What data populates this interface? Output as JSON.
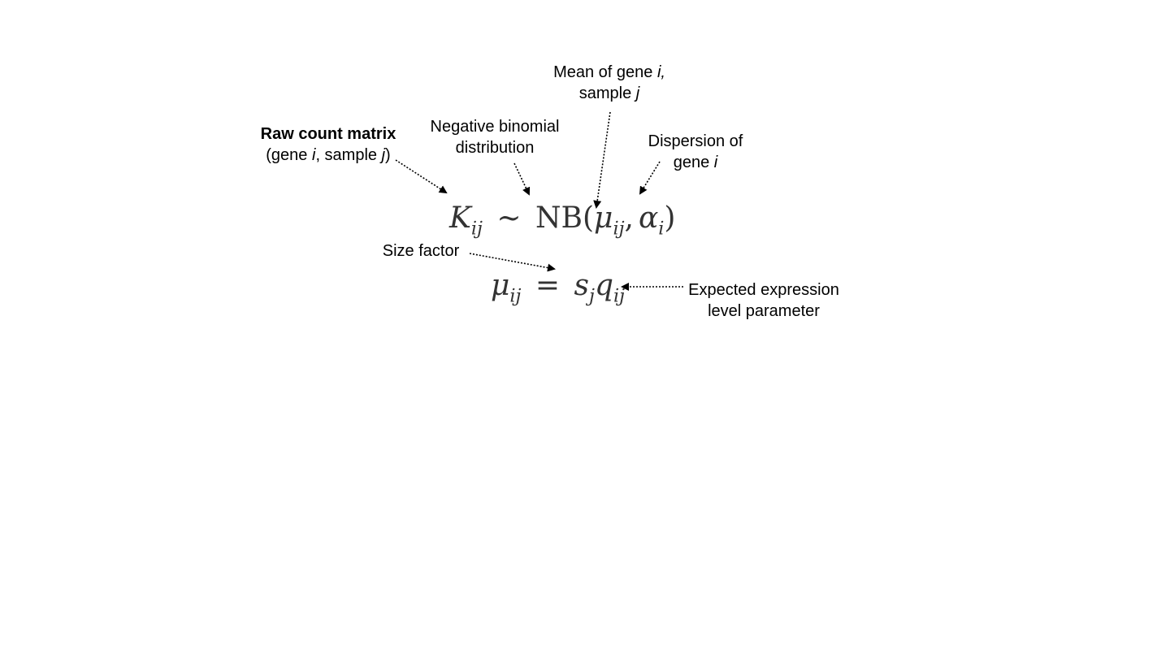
{
  "labels": {
    "raw_count": {
      "line1": "Raw count matrix",
      "line2_a": "(gene ",
      "line2_b": "i",
      "line2_c": ", sample ",
      "line2_d": "j",
      "line2_e": ")"
    },
    "nb_dist": {
      "line1": "Negative binomial",
      "line2": "distribution"
    },
    "mean": {
      "line1_a": "Mean of gene ",
      "line1_b": "i,",
      "line2_a": "sample ",
      "line2_b": "j"
    },
    "dispersion": {
      "line1": "Dispersion of",
      "line2_a": "gene ",
      "line2_b": "i"
    },
    "size_factor": {
      "text": "Size factor"
    },
    "expected": {
      "line1": "Expected expression",
      "line2": "level parameter"
    }
  },
  "equations": {
    "eq1": {
      "K": "K",
      "K_sub": "ij",
      "tilde": "~",
      "NB": "NB(",
      "mu": "μ",
      "mu_sub": "ij",
      "comma": ",",
      "alpha": "α",
      "alpha_sub": "i",
      "close": ")"
    },
    "eq2": {
      "mu": "μ",
      "mu_sub": "ij",
      "equals": "=",
      "s": "s",
      "s_sub": "j",
      "q": "q",
      "q_sub": "ij"
    }
  }
}
